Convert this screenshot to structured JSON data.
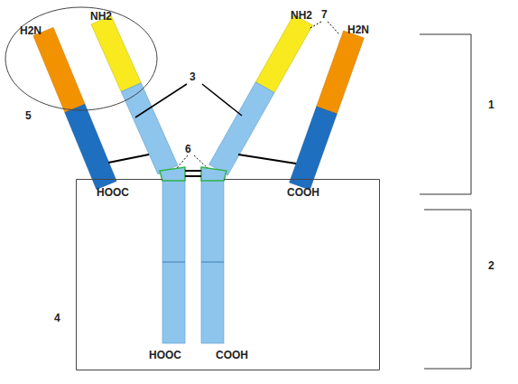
{
  "diagram": {
    "nodes": [
      {
        "text": [
          "H2N",
          "NH2"
        ]
      },
      {
        "text": [
          "HOOC",
          "COOH",
          "HOOC",
          "COOH"
        ]
      }
    ],
    "labels": [
      "NH2",
      "7",
      "H2N",
      "5",
      "3",
      "6",
      "1",
      "2",
      "4"
    ]
  }
}
